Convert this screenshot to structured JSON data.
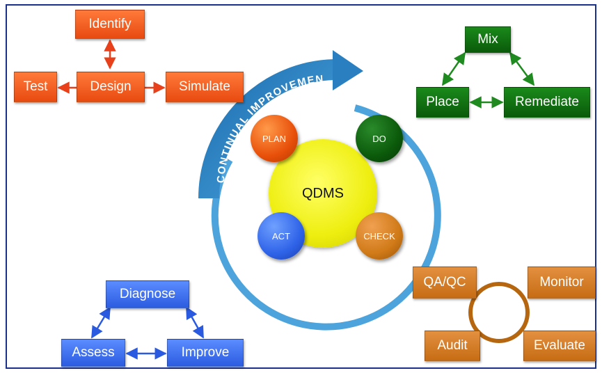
{
  "center": {
    "core": "QDMS",
    "plan": "PLAN",
    "do": "DO",
    "check": "CHECK",
    "act": "ACT",
    "arc_label": "CONTINUAL IMPROVEMENT"
  },
  "design_group": {
    "identify": "Identify",
    "test": "Test",
    "design": "Design",
    "simulate": "Simulate"
  },
  "mix_group": {
    "mix": "Mix",
    "place": "Place",
    "remediate": "Remediate"
  },
  "diagnose_group": {
    "diagnose": "Diagnose",
    "assess": "Assess",
    "improve": "Improve"
  },
  "qa_group": {
    "qaqc": "QA/QC",
    "monitor": "Monitor",
    "audit": "Audit",
    "evaluate": "Evaluate"
  },
  "colors": {
    "frame": "#1a2f8c",
    "design_arrows": "#e8401a",
    "mix_arrows": "#1f8a1f",
    "diagnose_arrows": "#2a5ae0",
    "qa_ring": "#b5660f",
    "arc_blue": "#2a7fc0"
  }
}
